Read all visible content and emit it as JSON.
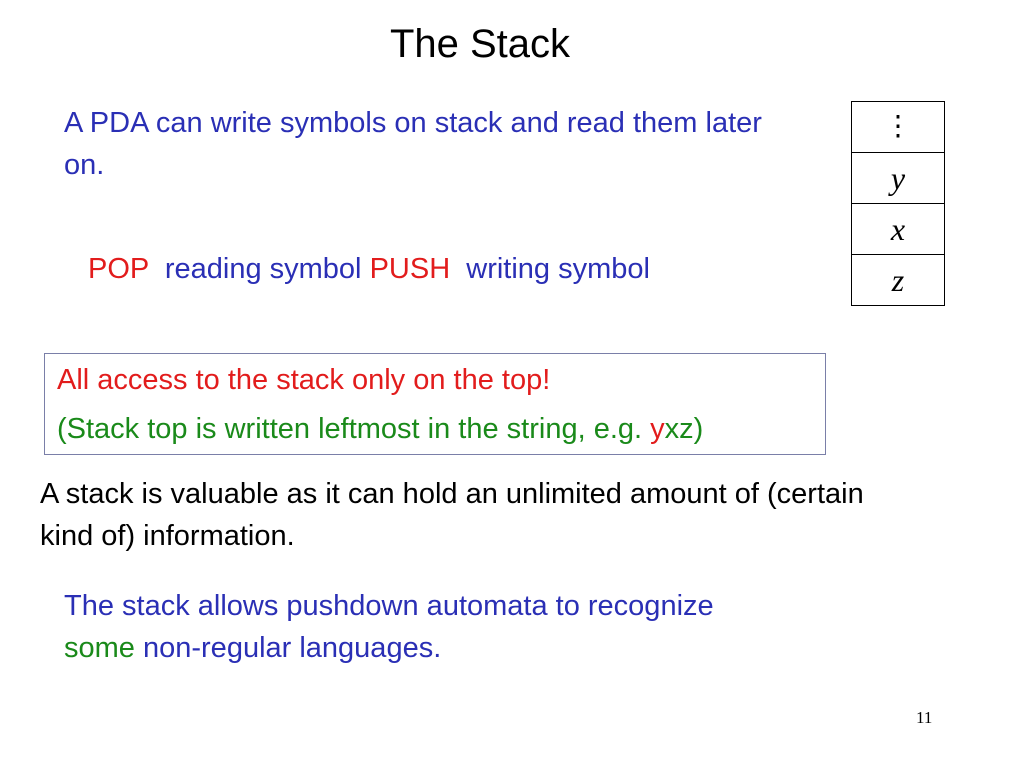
{
  "slide": {
    "title": "The Stack",
    "intro": "A PDA can write symbols on stack and read them later on.",
    "pop_label": "POP",
    "pop_text": "reading symbol",
    "push_label": "PUSH",
    "push_text": "writing symbol",
    "stack_cells": [
      "y",
      "x",
      "z"
    ],
    "stack_top_ellipsis": "⋮",
    "box": {
      "line1": "All access to the stack only on the top!",
      "line2_prefix": "(Stack top is written leftmost in the string, e.g. ",
      "line2_y": "y",
      "line2_rest": "xz)"
    },
    "paragraph": "A stack is valuable as it can hold an unlimited amount of (certain kind of) information.",
    "closing_blue": "The stack allows pushdown automata to recognize",
    "closing_green": "some",
    "closing_blue2": "non-regular languages.",
    "page_number": "11"
  },
  "colors": {
    "blue": "#2a2fb5",
    "red": "#e21c1c",
    "green": "#1a8a1a"
  }
}
